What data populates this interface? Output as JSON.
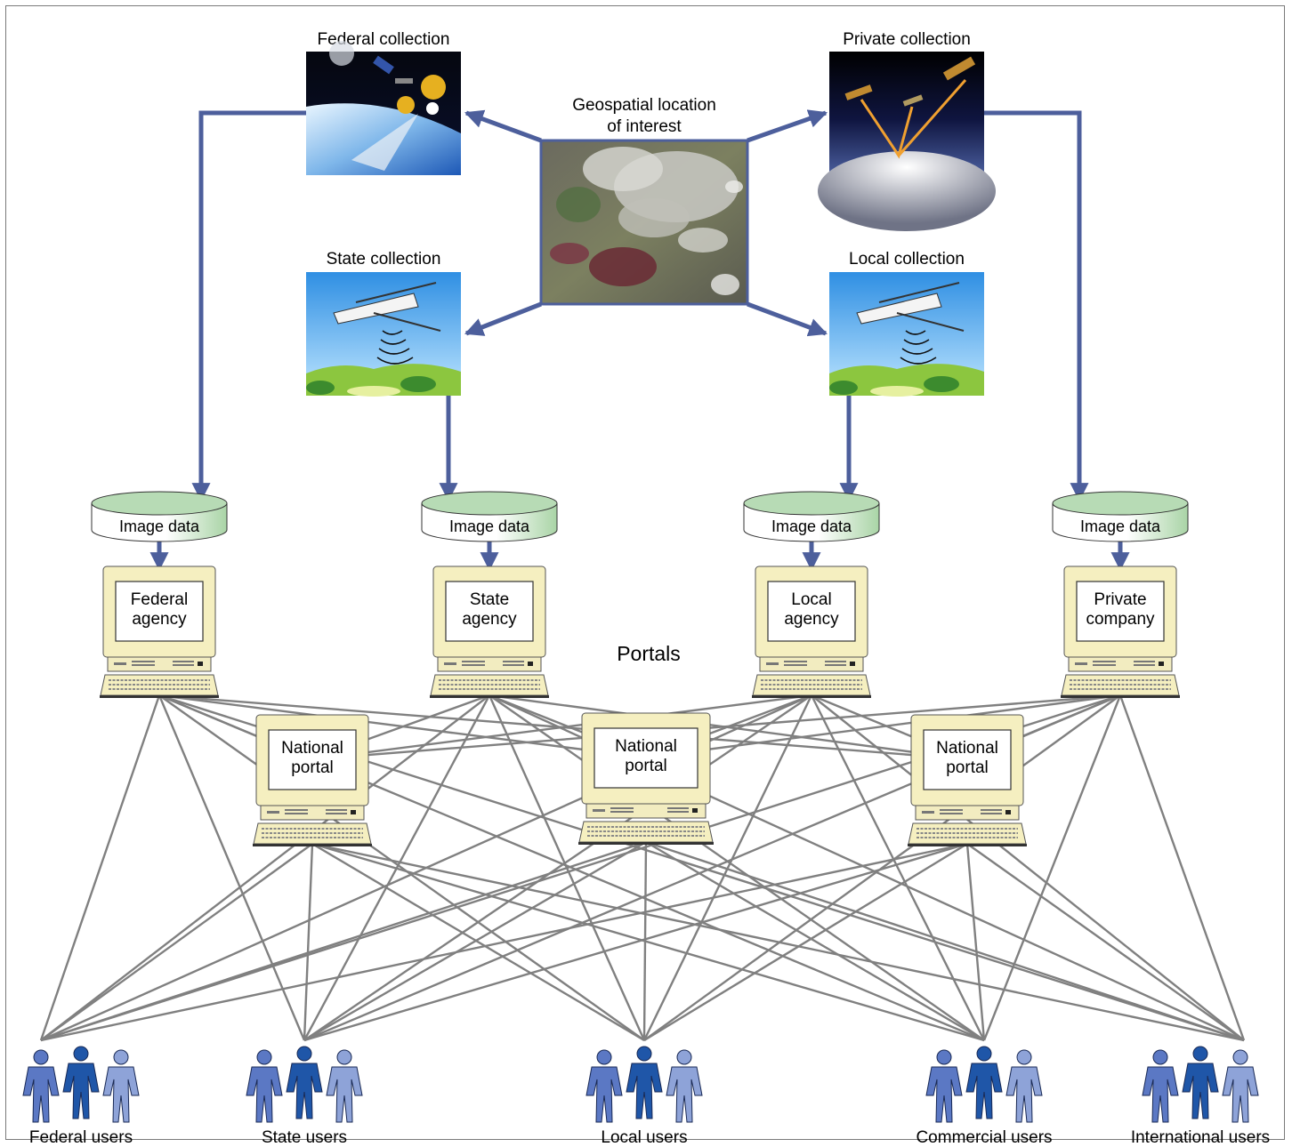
{
  "center": {
    "title_line1": "Geospatial location",
    "title_line2": "of interest"
  },
  "collections": {
    "federal": "Federal collection",
    "private": "Private collection",
    "state": "State collection",
    "local": "Local collection"
  },
  "storage": {
    "label": "Image data"
  },
  "agencies": [
    {
      "line1": "Federal",
      "line2": "agency"
    },
    {
      "line1": "State",
      "line2": "agency"
    },
    {
      "line1": "Local",
      "line2": "agency"
    },
    {
      "line1": "Private",
      "line2": "company"
    }
  ],
  "portals_label": "Portals",
  "national_portal": {
    "line1": "National",
    "line2": "portal"
  },
  "users": [
    "Federal users",
    "State users",
    "Local users",
    "Commercial users",
    "International users"
  ],
  "colors": {
    "arrow": "#4d5f9c",
    "link": "#808080",
    "computer": "#f5efc0",
    "cylinder_top": "#b7dbb5",
    "person_light": "#8ea3d8",
    "person_mid": "#5b78c4",
    "person_dark": "#1f56a8"
  }
}
